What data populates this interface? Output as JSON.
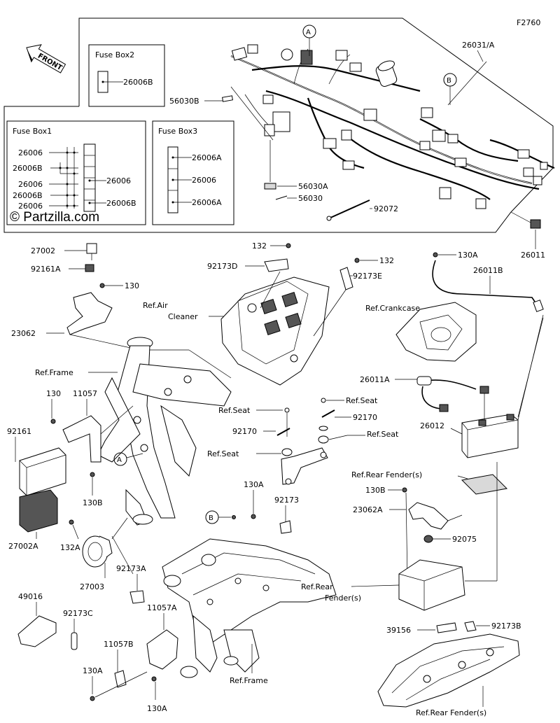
{
  "header": {
    "fig_code": "F2760",
    "front_label": "FRONT"
  },
  "watermark": "© Partzilla.com",
  "fuse_boxes": {
    "box1": {
      "title": "Fuse Box1",
      "left": [
        "26006",
        "26006B",
        "26006",
        "26006B",
        "26006"
      ],
      "right": [
        "26006",
        "26006B"
      ]
    },
    "box2": {
      "title": "Fuse Box2",
      "item": "26006B"
    },
    "box3": {
      "title": "Fuse Box3",
      "items": [
        "26006A",
        "26006",
        "26006A"
      ]
    }
  },
  "callouts": {
    "A": "A",
    "B": "B"
  },
  "labels": {
    "p26031A": "26031/A",
    "p56030B": "56030B",
    "p56030A": "56030A",
    "p56030": "56030",
    "p92072": "92072",
    "p26011": "26011",
    "p27002": "27002",
    "p92161A": "92161A",
    "p130_a": "130",
    "p23062": "23062",
    "p132_a": "132",
    "p92173D": "92173D",
    "p132_b": "132",
    "p92173E": "92173E",
    "p130A_a": "130A",
    "p26011B": "26011B",
    "ref_air_1": "Ref.Air",
    "ref_air_2": "Cleaner",
    "ref_crankcase": "Ref.Crankcase",
    "ref_frame_a": "Ref.Frame",
    "p130_b": "130",
    "p11057": "11057",
    "p92161": "92161",
    "p26011A": "26011A",
    "ref_seat_a": "Ref.Seat",
    "ref_seat_b": "Ref.Seat",
    "p92170_a": "92170",
    "p92170_b": "92170",
    "ref_seat_c": "Ref.Seat",
    "ref_seat_d": "Ref.Seat",
    "p26012": "26012",
    "ref_rear_fender_a": "Ref.Rear Fender(s)",
    "p130B_a": "130B",
    "p23062A": "23062A",
    "p92075": "92075",
    "p130B_b": "130B",
    "p27002A": "27002A",
    "p132A": "132A",
    "p27003": "27003",
    "p92173A": "92173A",
    "p130A_b": "130A",
    "p92173": "92173",
    "ref_rear_fender_b1": "Ref.Rear",
    "ref_rear_fender_b2": "Fender(s)",
    "p49016": "49016",
    "p92173C": "92173C",
    "p11057A": "11057A",
    "p11057B": "11057B",
    "p39156": "39156",
    "p92173B": "92173B",
    "p130A_c": "130A",
    "p130A_d": "130A",
    "ref_frame_b": "Ref.Frame",
    "ref_rear_fender_c": "Ref.Rear Fender(s)"
  }
}
